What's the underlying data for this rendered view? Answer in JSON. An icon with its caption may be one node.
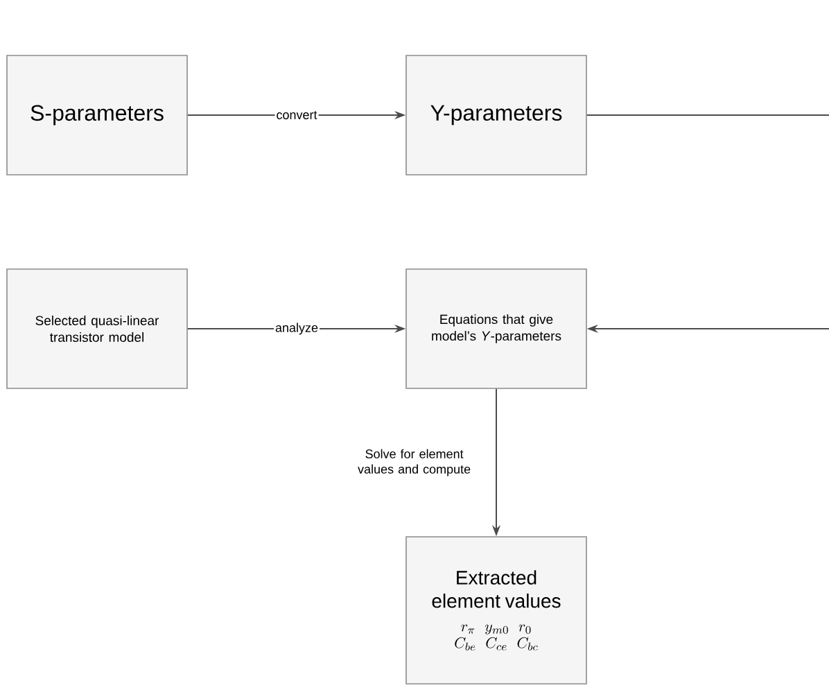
{
  "diagram": {
    "nodes": [
      {
        "text": [
          "S-parameters"
        ]
      },
      {
        "text": [
          "Y-parameters"
        ]
      },
      {
        "text": [
          "Selected quasi-linear transistor model"
        ]
      },
      {
        "text": [
          "Equations that give model’s *Y*-parameters"
        ]
      },
      {
        "text": [
          "Extracted element values",
          "r_\\pi",
          "y_{m0}",
          "r_0",
          "C_{be}",
          "C_{ce}",
          "C_{bc}"
        ]
      }
    ],
    "edges": [
      {
        "from": 0,
        "to": 1,
        "arrow": "to",
        "label": "convert"
      },
      {
        "from": 1,
        "to": null,
        "arrow": "none"
      },
      {
        "from": 2,
        "to": 3,
        "arrow": "to",
        "label": "analyze"
      },
      {
        "from": null,
        "to": 3,
        "arrow": "to"
      },
      {
        "from": 3,
        "to": 4,
        "arrow": "to",
        "label": "Solve for element values and compute"
      }
    ]
  }
}
